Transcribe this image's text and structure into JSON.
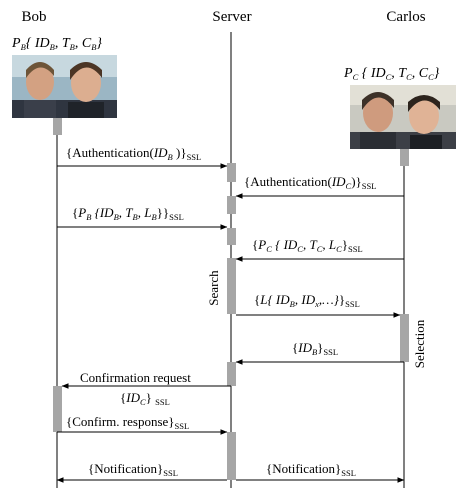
{
  "participants": {
    "bob": "Bob",
    "server": "Server",
    "carlos": "Carlos"
  },
  "credentials": {
    "bob": {
      "p": "P",
      "p_sub": "B",
      "open": "{ ",
      "id": "ID",
      "id_sub": "B",
      "sep1": ", ",
      "t": "T",
      "t_sub": "B",
      "sep2": ", ",
      "c": "C",
      "c_sub": "B",
      "close": "}"
    },
    "carlos": {
      "p": "P",
      "p_sub": "C",
      "open": " { ",
      "id": "ID",
      "id_sub": "C",
      "sep1": ", ",
      "t": "T",
      "t_sub": "C",
      "sep2": ", ",
      "c": "C",
      "c_sub": "C",
      "close": "}"
    }
  },
  "activities": {
    "search": "Search",
    "selection": "Selection"
  },
  "messages": {
    "m1": {
      "open": "{Authentication(",
      "id": "ID",
      "id_sub": "B",
      "close": " )}",
      "ssl": "SSL"
    },
    "m2": {
      "open": "{Authentication(",
      "id": "ID",
      "id_sub": "C",
      "close": ")}",
      "ssl": "SSL"
    },
    "m3": {
      "open": "{",
      "p": "P",
      "p_sub": "B",
      "body": " {ID",
      "id_sub": "B",
      "sep1": ", T",
      "t_sub": "B",
      "sep2": ", L",
      "l_sub": "B",
      "close": "}}",
      "ssl": "SSL"
    },
    "m4": {
      "open": "{",
      "p": "P",
      "p_sub": "C",
      "body": " { ID",
      "id_sub": "C",
      "sep1": ", T",
      "t_sub": "C",
      "sep2": ", L",
      "l_sub": "C",
      "close": "}",
      "ssl": "SSL"
    },
    "m5": {
      "open": "{",
      "l": "L",
      "body": "{ ID",
      "id_sub": "B",
      "sep1": ", ID",
      "idx_sub": "x",
      "rest": ",…}",
      "close": "}",
      "ssl": "SSL"
    },
    "m6": {
      "open": "{",
      "id": "ID",
      "id_sub": "B",
      "close": "}",
      "ssl": "SSL"
    },
    "m7": {
      "text": "Confirmation request"
    },
    "m7b": {
      "open": "{",
      "id": "ID",
      "id_sub": "C",
      "close": "} ",
      "ssl": "SSL"
    },
    "m8": {
      "text": "{Confirm. response}",
      "ssl": "SSL"
    },
    "m9": {
      "text": "{Notification}",
      "ssl": "SSL"
    },
    "m10": {
      "text": "{Notification}",
      "ssl": "SSL"
    }
  }
}
